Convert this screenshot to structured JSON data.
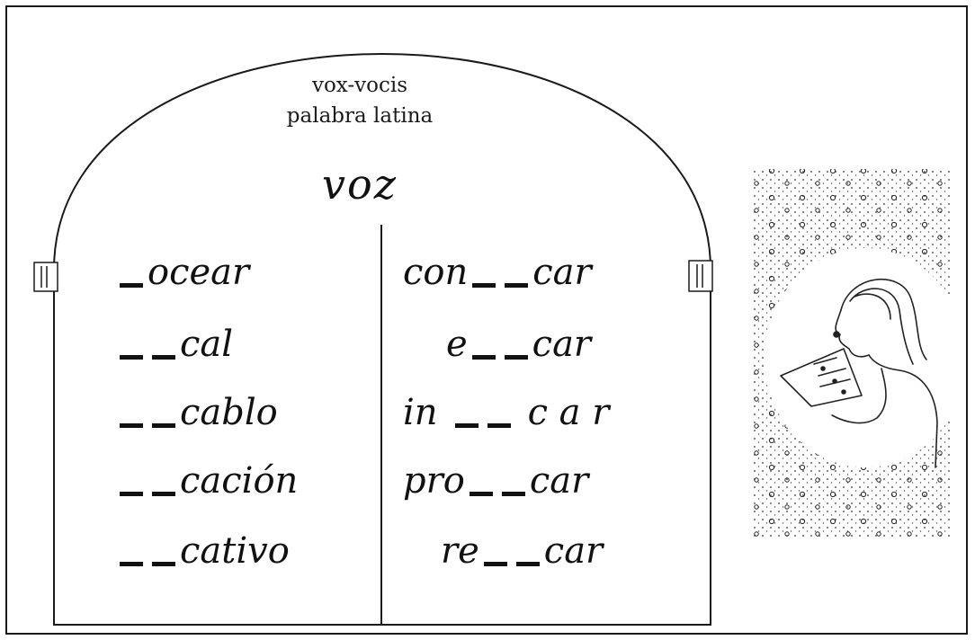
{
  "header": {
    "line1": "vox-vocis",
    "line2": "palabra latina"
  },
  "title": "voz",
  "left_words": [
    {
      "blanks": 1,
      "suffix": "ocear"
    },
    {
      "blanks": 2,
      "suffix": "cal"
    },
    {
      "blanks": 2,
      "suffix": "cablo"
    },
    {
      "blanks": 2,
      "suffix": "cación"
    },
    {
      "blanks": 2,
      "suffix": "cativo"
    }
  ],
  "right_words": [
    {
      "prefix": "con",
      "blanks": 2,
      "suffix": "car"
    },
    {
      "prefix": "e",
      "blanks": 2,
      "suffix": "car"
    },
    {
      "prefix": "in",
      "blanks": 2,
      "suffix": "c a r"
    },
    {
      "prefix": "pro",
      "blanks": 2,
      "suffix": "car"
    },
    {
      "prefix": "re",
      "blanks": 2,
      "suffix": "car"
    }
  ]
}
